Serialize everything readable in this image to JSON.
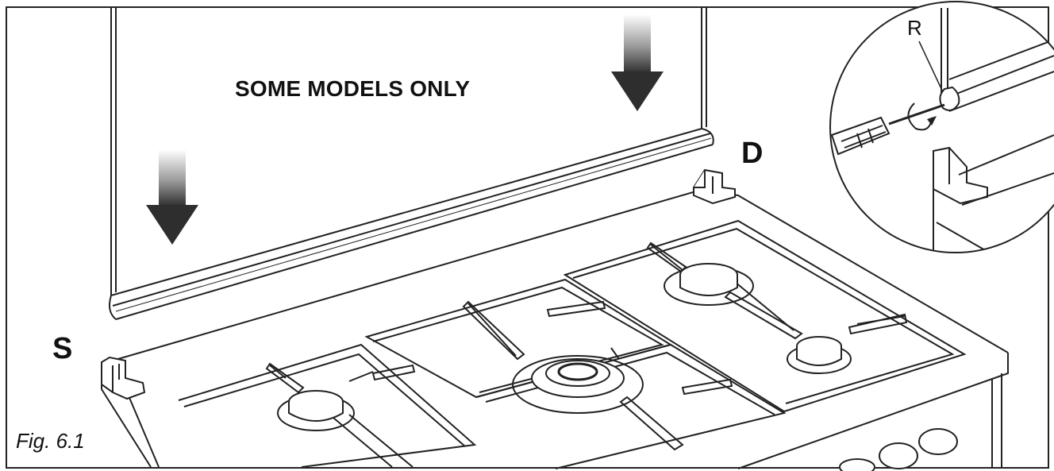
{
  "figure": {
    "title": "SOME MODELS ONLY",
    "caption": "Fig. 6.1",
    "labels": {
      "right_bracket": "D",
      "left_bracket": "S",
      "screw_detail": "R"
    }
  },
  "colors": {
    "line": "#222222",
    "arrow_dark": "#3a3a3a",
    "background": "#ffffff"
  }
}
